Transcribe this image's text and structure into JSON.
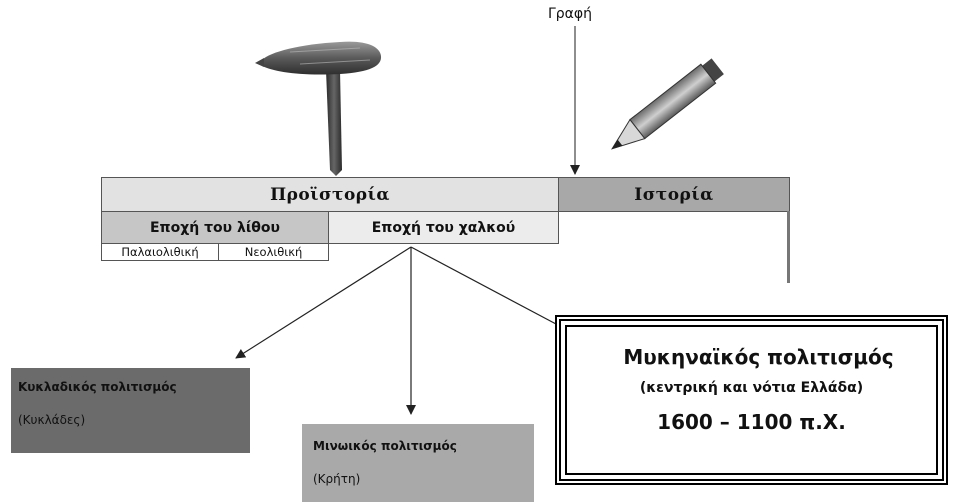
{
  "writing_label": "Γραφή",
  "timeline": {
    "prehistory": "Προϊστορία",
    "history": "Ιστορία",
    "stone_age": "Εποχή του λίθου",
    "bronze_age": "Εποχή του χαλκού",
    "paleolithic": "Παλαιολιθική",
    "neolithic": "Νεολιθική"
  },
  "civilizations": {
    "cycladic": {
      "name": "Κυκλαδικός πολιτισμός",
      "region": "(Κυκλάδες)"
    },
    "minoan": {
      "name": "Μινωικός πολιτισμός",
      "region": "(Κρήτη)"
    },
    "mycenaean": {
      "name": "Μυκηναϊκός πολιτισμός",
      "region": "(κεντρική και νότια Ελλάδα)",
      "dates": "1600 – 1100 π.Χ."
    }
  },
  "icons": {
    "stone_tool": "stone-hammer-icon",
    "writing": "pencil-icon"
  },
  "colors": {
    "history": "#a8a8a8",
    "prehistory": "#e2e2e2",
    "cycladic": "#6b6b6b",
    "minoan": "#a9a9a9"
  }
}
